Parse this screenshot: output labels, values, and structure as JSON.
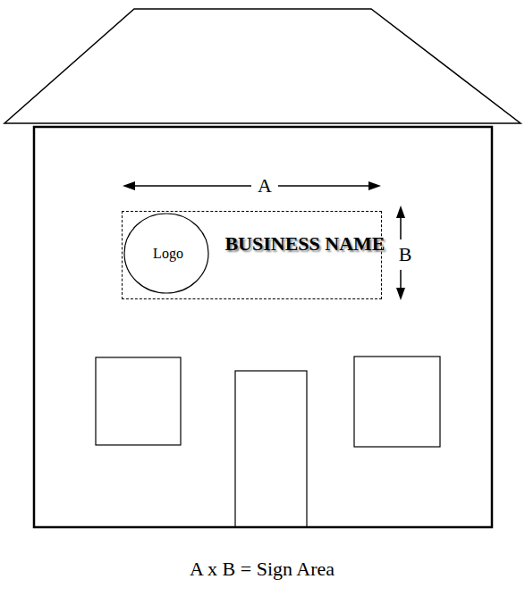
{
  "diagram": {
    "caption": "A x B = Sign Area",
    "nodes": [
      {
        "text": [
          "BUSINESS NAME"
        ]
      },
      {
        "text": [
          "Logo"
        ],
        "in": 0
      }
    ],
    "labels": [
      "A",
      "B"
    ]
  }
}
